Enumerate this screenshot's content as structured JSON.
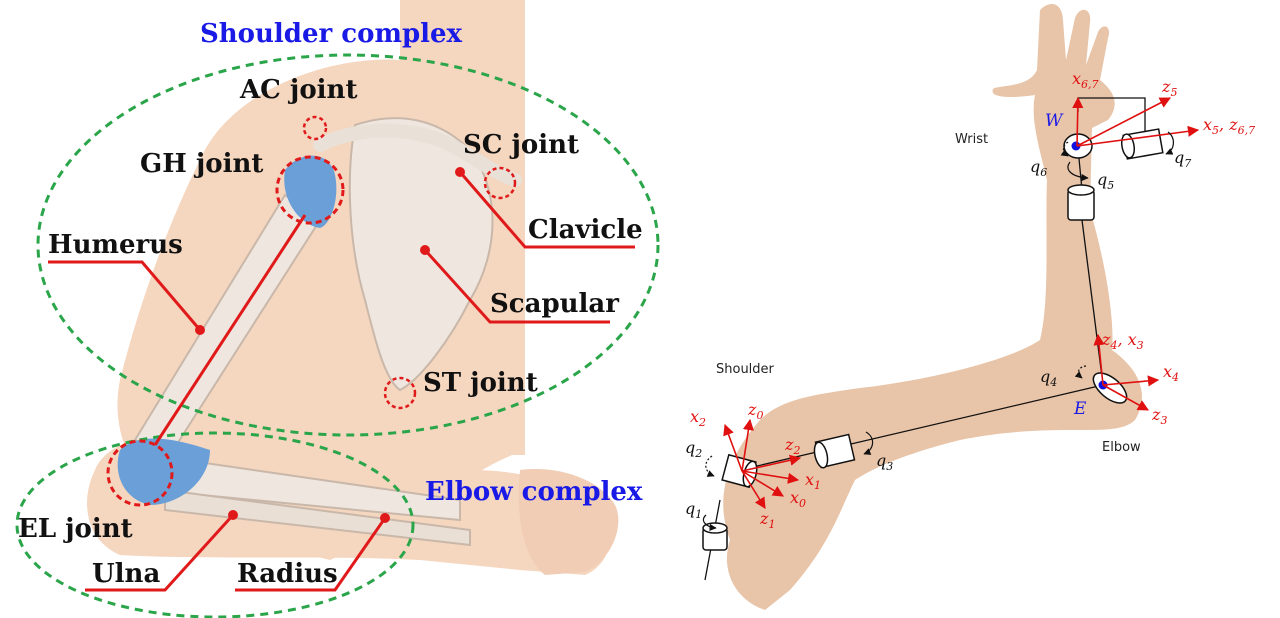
{
  "left_figure": {
    "title_shoulder": "Shoulder complex",
    "title_elbow": "Elbow complex",
    "labels": {
      "ac_joint": "AC joint",
      "gh_joint": "GH joint",
      "sc_joint": "SC joint",
      "clavicle": "Clavicle",
      "humerus": "Humerus",
      "scapular": "Scapular",
      "st_joint": "ST joint",
      "el_joint": "EL joint",
      "ulna": "Ulna",
      "radius": "Radius"
    },
    "colors": {
      "skin": "#f5d6bf",
      "bone": "#f3ede6",
      "ligament": "#6a9fd8",
      "ellipse": "#2aa54a",
      "marker": "#e01a1a",
      "title": "#1a1ae6"
    }
  },
  "right_figure": {
    "places": {
      "shoulder": "Shoulder",
      "elbow": "Elbow",
      "wrist": "Wrist"
    },
    "points": {
      "w": "W",
      "e": "E"
    },
    "joint_angles": {
      "q1": "q",
      "q1_sub": "1",
      "q2": "q",
      "q2_sub": "2",
      "q3": "q",
      "q3_sub": "3",
      "q4": "q",
      "q4_sub": "4",
      "q5": "q",
      "q5_sub": "5",
      "q6": "q",
      "q6_sub": "6",
      "q7": "q",
      "q7_sub": "7"
    },
    "axes": {
      "x0": "x",
      "x0_sub": "0",
      "z0": "z",
      "z0_sub": "0",
      "x1": "x",
      "x1_sub": "1",
      "z1": "z",
      "z1_sub": "1",
      "x2": "x",
      "x2_sub": "2",
      "z2": "z",
      "z2_sub": "2",
      "z3": "z",
      "z3_sub": "3",
      "x4": "x",
      "x4_sub": "4",
      "z4x3_a": "z",
      "z4x3_a_sub": "4",
      "z4x3_sep": ", ",
      "z4x3_b": "x",
      "z4x3_b_sub": "3",
      "z5": "z",
      "z5_sub": "5",
      "x67": "x",
      "x67_sub": "6,7",
      "x5z67_a": "x",
      "x5z67_a_sub": "5",
      "x5z67_sep": ", ",
      "x5z67_b": "z",
      "x5z67_b_sub": "6,7"
    },
    "colors": {
      "skin": "#e8c4a8",
      "axis": "#e01010",
      "point": "#1a1ae6",
      "link": "#111111"
    }
  }
}
